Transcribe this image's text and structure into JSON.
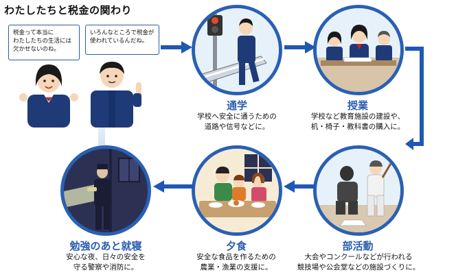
{
  "title": "わたしたちと税金の関わり",
  "bubbles": {
    "girl": "税金って本当に\nわたしたちの生活には\n欠かせないのね。",
    "boy": "いろんなところで税金が\n使われているんだね。"
  },
  "steps": [
    {
      "label": "通学",
      "desc": "学校へ安全に通うための\n道路や信号などに。"
    },
    {
      "label": "授業",
      "desc": "学校など教育施設の建設や、\n机・椅子・教科書の購入に。"
    },
    {
      "label": "部活動",
      "desc": "大会やコンクールなどが行われる\n競技場や公会堂などの施設づくりに。"
    },
    {
      "label": "夕食",
      "desc": "安全な食品を作るための\n農業・漁業の支援に。"
    },
    {
      "label": "勉強のあと就寝",
      "desc": "安心な夜、日々の安全を\n守る警察や消防に。"
    }
  ],
  "colors": {
    "accent": "#2a5db0",
    "arrow": "#1f57b5"
  }
}
